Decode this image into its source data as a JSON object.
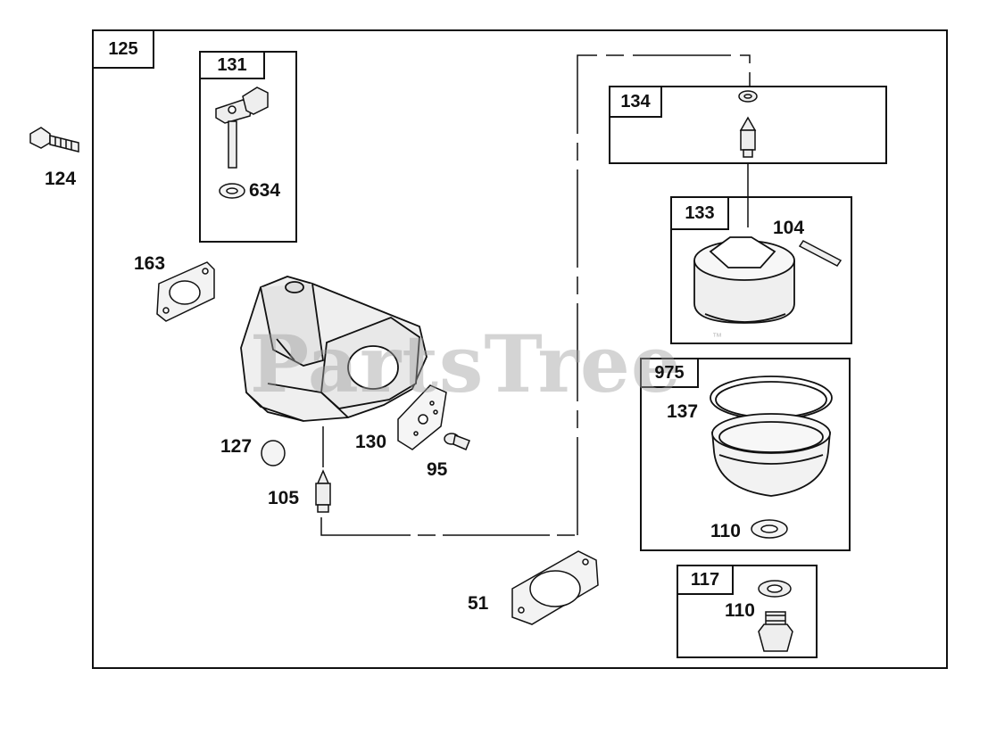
{
  "watermark": {
    "text": "PartsTree",
    "trademark": "™"
  },
  "groups": {
    "g125": "125",
    "g131": "131",
    "g134": "134",
    "g133": "133",
    "g975": "975",
    "g117": "117"
  },
  "parts": {
    "p124": "124",
    "p634": "634",
    "p163": "163",
    "p104": "104",
    "p137": "137",
    "p127": "127",
    "p130": "130",
    "p95": "95",
    "p105": "105",
    "p110a": "110",
    "p110b": "110",
    "p51": "51"
  },
  "colors": {
    "line": "#111111",
    "watermark": "#a0a0a0",
    "background": "#ffffff"
  }
}
